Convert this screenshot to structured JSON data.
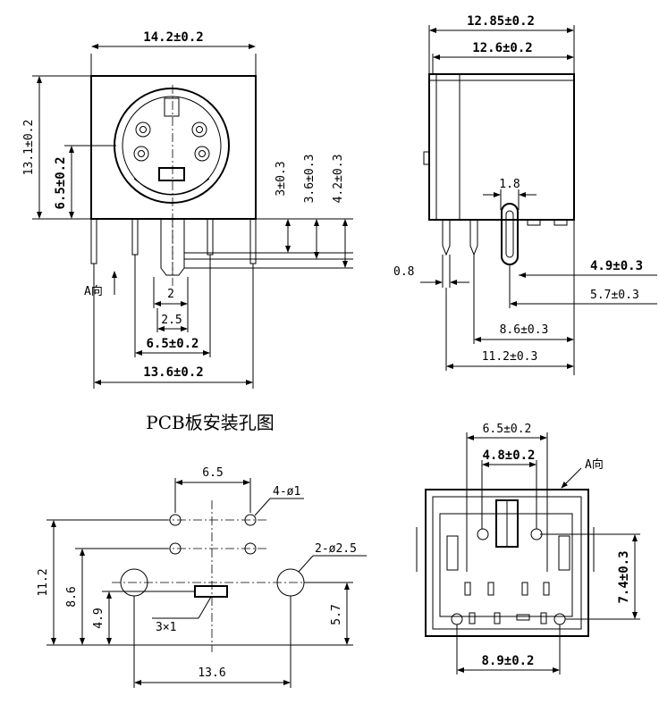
{
  "front_view": {
    "width_label": "14.2±0.2",
    "height_label": "13.1±0.2",
    "center_height_label": "6.5±0.2",
    "pin1_label": "3±0.3",
    "pin2_label": "3.6±0.3",
    "pin3_label": "4.2±0.3",
    "pitch_a_label": "2",
    "pitch_b_label": "2.5",
    "span_a_label": "6.5±0.2",
    "span_b_label": "13.6±0.2",
    "direction_label": "A向"
  },
  "side_view": {
    "top_outer_label": "12.85±0.2",
    "top_inner_label": "12.6±0.2",
    "pin_gap_label": "1.8",
    "pin_thk_label": "0.8",
    "d1_label": "4.9±0.3",
    "d2_label": "5.7±0.3",
    "d3_label": "8.6±0.3",
    "d4_label": "11.2±0.3"
  },
  "pcb_layout": {
    "title": "PCB板安装孔图",
    "pitch_label": "6.5",
    "small_holes_label": "4-ø1",
    "large_holes_label": "2-ø2.5",
    "total_height_label": "11.2",
    "height_b_label": "8.6",
    "height_c_label": "4.9",
    "right_height_label": "5.7",
    "slot_label": "3×1",
    "width_label": "13.6"
  },
  "bottom_view": {
    "top_outer_label": "6.5±0.2",
    "top_inner_label": "4.8±0.2",
    "direction_label": "A向",
    "right_label": "7.4±0.3",
    "bottom_label": "8.9±0.2"
  }
}
